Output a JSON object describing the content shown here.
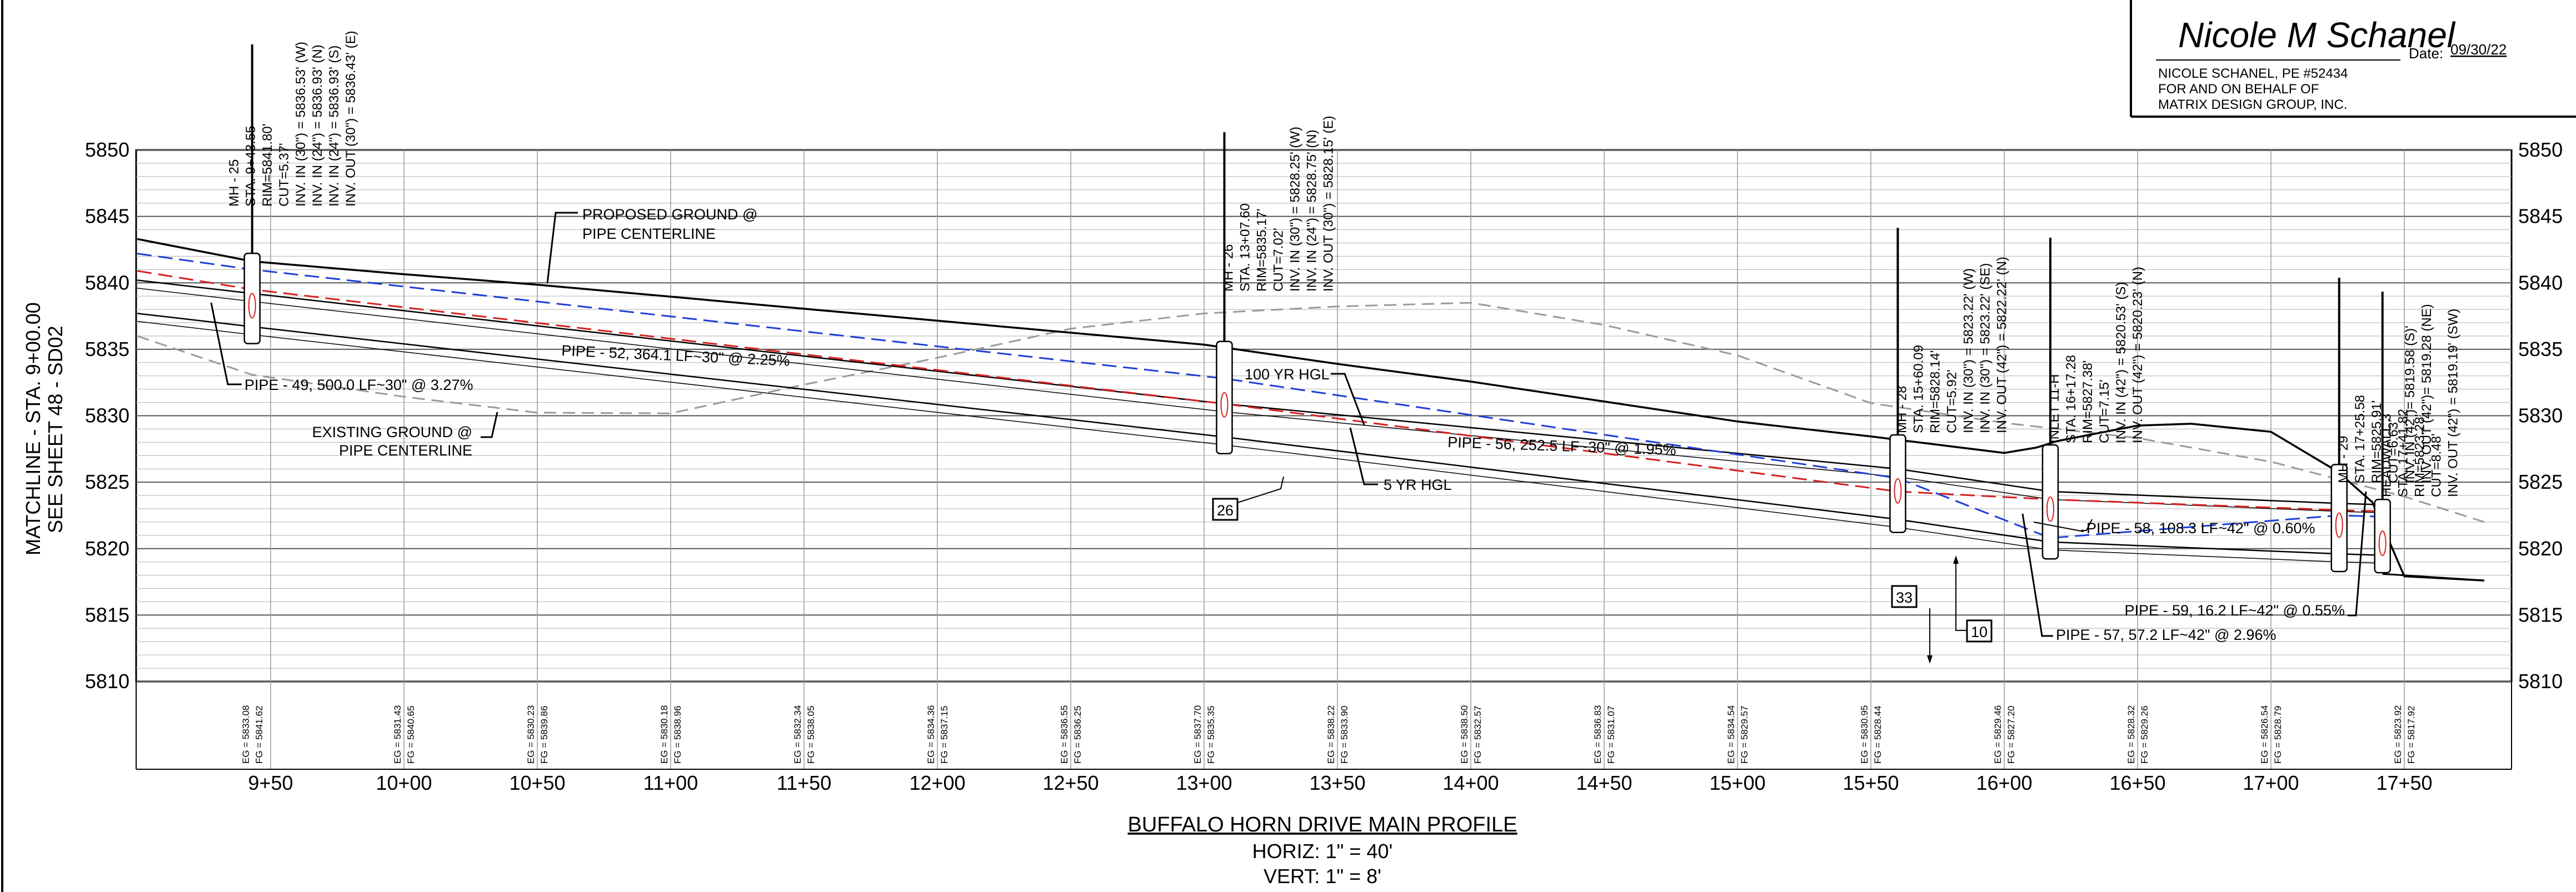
{
  "drawing": {
    "title": "BUFFALO HORN DRIVE MAIN PROFILE",
    "horiz_scale": "HORIZ: 1\" = 40'",
    "vert_scale": "VERT: 1\" = 8'",
    "matchline": [
      "MATCHLINE - STA. 9+00.00",
      "SEE SHEET 48 - SD02"
    ]
  },
  "signature_block": {
    "signature": "Nicole M Schanel",
    "date_label": "Date:",
    "date": "09/30/22",
    "lines": [
      "NICOLE SCHANEL, PE #52434",
      "FOR AND ON BEHALF OF",
      "MATRIX DESIGN GROUP, INC."
    ]
  },
  "axis": {
    "elevation_ticks": [
      5810,
      5815,
      5820,
      5825,
      5830,
      5835,
      5840,
      5845,
      5850
    ],
    "stations": [
      "9+50",
      "10+00",
      "10+50",
      "11+00",
      "11+50",
      "12+00",
      "12+50",
      "13+00",
      "13+50",
      "14+00",
      "14+50",
      "15+00",
      "15+50",
      "16+00",
      "16+50",
      "17+00",
      "17+50"
    ]
  },
  "grades": [
    {
      "sta": 943.08,
      "eg": "EG = 5833.08",
      "fg": "FG = 5841.62"
    },
    {
      "sta": 1000,
      "eg": "EG = 5831.43",
      "fg": "FG = 5840.65"
    },
    {
      "sta": 1050,
      "eg": "EG = 5830.23",
      "fg": "FG = 5839.86"
    },
    {
      "sta": 1100,
      "eg": "EG = 5830.18",
      "fg": "FG = 5838.96"
    },
    {
      "sta": 1150,
      "eg": "EG = 5832.34",
      "fg": "FG = 5838.05"
    },
    {
      "sta": 1200,
      "eg": "EG = 5834.36",
      "fg": "FG = 5837.15"
    },
    {
      "sta": 1250,
      "eg": "EG = 5836.55",
      "fg": "FG = 5836.25"
    },
    {
      "sta": 1300,
      "eg": "EG = 5837.70",
      "fg": "FG = 5835.35"
    },
    {
      "sta": 1350,
      "eg": "EG = 5838.22",
      "fg": "FG = 5833.90"
    },
    {
      "sta": 1400,
      "eg": "EG = 5838.50",
      "fg": "FG = 5832.57"
    },
    {
      "sta": 1450,
      "eg": "EG = 5836.83",
      "fg": "FG = 5831.07"
    },
    {
      "sta": 1500,
      "eg": "EG = 5834.54",
      "fg": "FG = 5829.57"
    },
    {
      "sta": 1550,
      "eg": "EG = 5830.95",
      "fg": "FG = 5828.44"
    },
    {
      "sta": 1600,
      "eg": "EG = 5829.46",
      "fg": "FG = 5827.20"
    },
    {
      "sta": 1650,
      "eg": "EG = 5828.32",
      "fg": "FG = 5829.26"
    },
    {
      "sta": 1700,
      "eg": "EG = 5826.54",
      "fg": "FG = 5828.79"
    },
    {
      "sta": 1750,
      "eg": "EG = 5823.92",
      "fg": "FG = 5817.92"
    }
  ],
  "proposed_ground": [
    [
      900,
      5843.3
    ],
    [
      943.08,
      5841.62
    ],
    [
      1000,
      5840.65
    ],
    [
      1050,
      5839.86
    ],
    [
      1100,
      5838.96
    ],
    [
      1150,
      5838.05
    ],
    [
      1200,
      5837.15
    ],
    [
      1250,
      5836.25
    ],
    [
      1300,
      5835.35
    ],
    [
      1350,
      5833.9
    ],
    [
      1400,
      5832.57
    ],
    [
      1450,
      5831.07
    ],
    [
      1500,
      5829.57
    ],
    [
      1550,
      5828.44
    ],
    [
      1600,
      5827.2
    ],
    [
      1612,
      5827.6
    ],
    [
      1620,
      5828.1
    ],
    [
      1650,
      5829.26
    ],
    [
      1670,
      5829.4
    ],
    [
      1700,
      5828.79
    ],
    [
      1725,
      5825.8
    ],
    [
      1738,
      5823.5
    ],
    [
      1750,
      5817.92
    ],
    [
      1780,
      5817.6
    ]
  ],
  "existing_ground": [
    [
      900,
      5836.0
    ],
    [
      943.08,
      5833.08
    ],
    [
      1000,
      5831.43
    ],
    [
      1050,
      5830.23
    ],
    [
      1100,
      5830.18
    ],
    [
      1150,
      5832.34
    ],
    [
      1200,
      5834.36
    ],
    [
      1250,
      5836.55
    ],
    [
      1300,
      5837.7
    ],
    [
      1350,
      5838.22
    ],
    [
      1400,
      5838.5
    ],
    [
      1450,
      5836.83
    ],
    [
      1500,
      5834.54
    ],
    [
      1550,
      5830.95
    ],
    [
      1600,
      5829.46
    ],
    [
      1650,
      5828.32
    ],
    [
      1700,
      5826.54
    ],
    [
      1750,
      5823.92
    ],
    [
      1780,
      5822.0
    ]
  ],
  "pipe_crowns": [
    [
      900,
      5840.2
    ],
    [
      943.08,
      5839.2
    ],
    [
      1307.6,
      5830.9
    ],
    [
      1560.1,
      5826.0
    ],
    [
      1617.3,
      5824.3
    ],
    [
      1725.6,
      5823.4
    ],
    [
      1741.8,
      5823.3
    ]
  ],
  "pipe_inverts": [
    [
      900,
      5837.7
    ],
    [
      943.08,
      5836.7
    ],
    [
      1307.6,
      5828.4
    ],
    [
      1560.1,
      5822.2
    ],
    [
      1617.3,
      5820.5
    ],
    [
      1725.6,
      5819.6
    ],
    [
      1741.8,
      5819.5
    ]
  ],
  "hgl_100": [
    [
      900,
      5842.2
    ],
    [
      943.08,
      5841.0
    ],
    [
      1307.6,
      5832.8
    ],
    [
      1560.1,
      5825.3
    ],
    [
      1617.3,
      5820.8
    ],
    [
      1725.6,
      5822.5
    ],
    [
      1741.8,
      5822.4
    ]
  ],
  "hgl_5": [
    [
      900,
      5840.9
    ],
    [
      943.08,
      5839.5
    ],
    [
      1307.6,
      5830.9
    ],
    [
      1560.1,
      5824.3
    ],
    [
      1617.3,
      5823.7
    ],
    [
      1725.6,
      5822.9
    ],
    [
      1741.8,
      5822.8
    ]
  ],
  "structures": [
    {
      "name": "MH - 25",
      "sta": 943.08,
      "rim": 5841.8,
      "inv": 5836.43,
      "lines": [
        "STA. 9+43.55",
        "RIM=5841.80'",
        "CUT=5.37'",
        "INV. IN (30\") = 5836.53' (W)",
        "INV. IN (24\") = 5836.93' (N)",
        "INV. IN (24\") = 5836.93' (S)",
        "INV. OUT (30\") = 5836.43' (E)"
      ]
    },
    {
      "name": "MH - 26",
      "sta": 1307.6,
      "rim": 5835.17,
      "inv": 5828.15,
      "lines": [
        "STA. 13+07.60",
        "RIM=5835.17'",
        "CUT=7.02'",
        "INV. IN (30\") = 5828.25' (W)",
        "INV. IN (24\") = 5828.75' (N)",
        "INV. OUT (30\") = 5828.15' (E)"
      ]
    },
    {
      "name": "MH - 28",
      "sta": 1560.09,
      "rim": 5828.14,
      "inv": 5822.22,
      "lines": [
        "STA. 15+60.09",
        "RIM=5828.14'",
        "CUT=5.92'",
        "INV. IN (30\") = 5823.22' (W)",
        "INV. IN (30\") = 5823.22' (SE)",
        "INV. OUT (42\") = 5822.22' (N)"
      ]
    },
    {
      "name": "INLET 11-H",
      "sta": 1617.28,
      "rim": 5827.38,
      "inv": 5820.23,
      "lines": [
        "STA. 16+17.28",
        "RIM=5827.38'",
        "CUT=7.15'",
        "INV. IN (42\") = 5820.53' (S)",
        "INV. OUT (42\") = 5820.23' (N)"
      ]
    },
    {
      "name": "MH - 29",
      "sta": 1725.58,
      "rim": 5825.91,
      "inv": 5819.28,
      "lines": [
        "STA. 17+25.58",
        "RIM=5825.91'",
        "CUT=6.63'",
        "INV. IN (42\")= 5819.58 (S)'",
        "INV. OUT (42\")= 5819.28 (NE)"
      ]
    },
    {
      "name": "HEADWALL 3",
      "sta": 1741.82,
      "rim": 5823.28,
      "inv": 5819.19,
      "lines": [
        "STA. 17+41.82",
        "RIM=5823.28'",
        "CUT=8.48'",
        "INV. OUT (42\") = 5819.19' (SW)"
      ]
    }
  ],
  "labels": {
    "proposed_ground": [
      "PROPOSED GROUND @",
      "PIPE CENTERLINE"
    ],
    "existing_ground": [
      "EXISTING GROUND @",
      "PIPE CENTERLINE"
    ],
    "hgl_100": "100 YR HGL",
    "hgl_5": "5 YR HGL",
    "pipe_49": "PIPE - 49, 500.0 LF~30\" @ 3.27%",
    "pipe_52": "PIPE - 52, 364.1 LF~30\" @ 2.25%",
    "pipe_56": "PIPE - 56, 252.5 LF~30\" @ 1.95%",
    "pipe_58": "PIPE - 58, 108.3 LF~42\" @ 0.60%",
    "pipe_59": "PIPE - 59, 16.2 LF~42\" @ 0.55%",
    "pipe_57": "PIPE - 57, 57.2 LF~42\" @ 2.96%"
  },
  "callouts": [
    "26",
    "33",
    "10"
  ],
  "colors": {
    "line": "#000000",
    "grid": "#9a9a9a",
    "hgl_100": "#1f3fd6",
    "hgl_5": "#d62020",
    "existing": "#9a9a9a"
  }
}
